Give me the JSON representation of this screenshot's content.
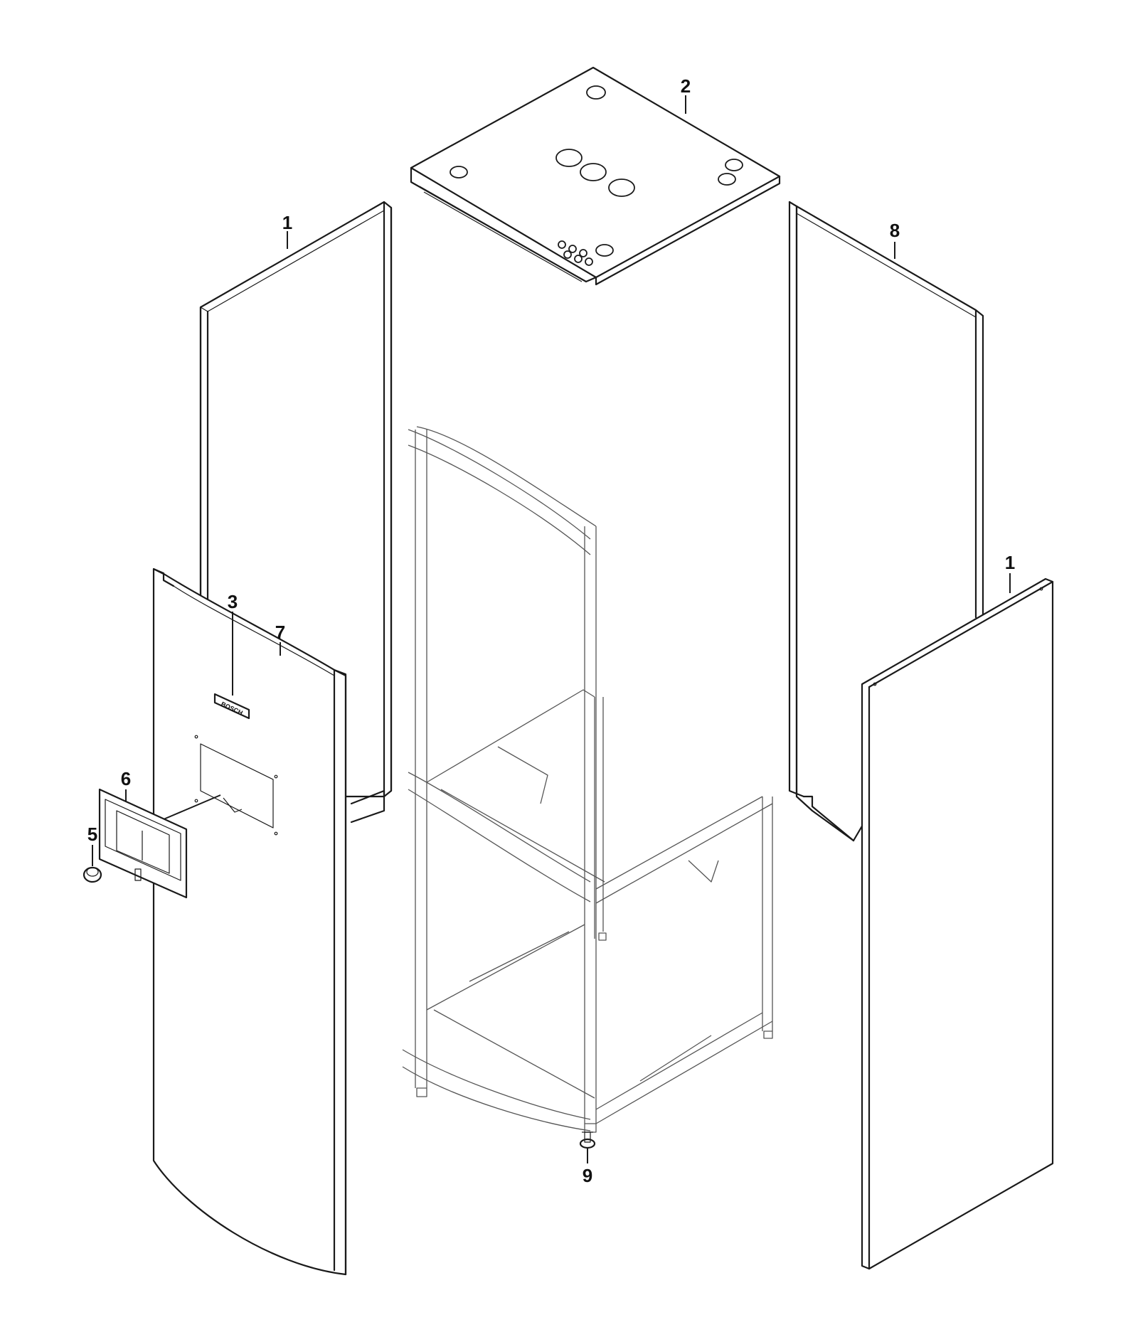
{
  "callouts": {
    "side_panel_left_label": "1",
    "top_cover_label": "2",
    "logo_badge_label": "3",
    "knob_label": "5",
    "control_bezel_label": "6",
    "front_panel_label": "7",
    "rear_panel_label": "8",
    "leveling_foot_label": "9",
    "side_panel_right_label": "1"
  },
  "logo_badge": {
    "text": "BOSCH"
  }
}
